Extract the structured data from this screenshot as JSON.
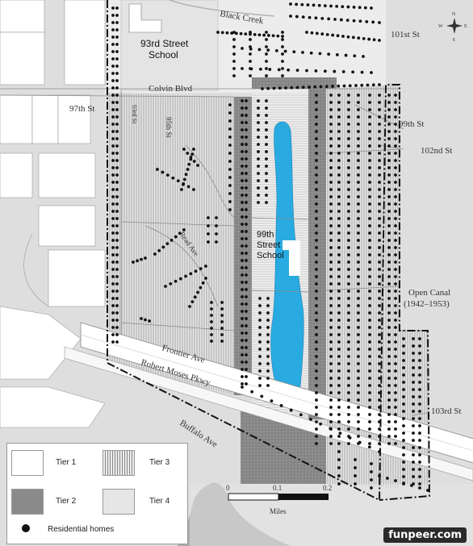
{
  "map": {
    "schools": {
      "s93": [
        "93rd Street",
        "School"
      ],
      "s99": [
        "99th",
        "Street",
        "School"
      ]
    },
    "streets": {
      "black_creek": "Black Creek",
      "st101": "101st St",
      "colvin": "Colvin Blvd",
      "st97": "97th St",
      "st93": "93rd St",
      "st95": "95th St",
      "st99": "99th St",
      "st102": "102nd St",
      "read_ave": "Read Ave",
      "frontier": "Frontier Ave",
      "robert_moses": "Robert Moses Pkwy",
      "buffalo": "Buffalo Ave",
      "st103": "103rd St"
    },
    "canal": [
      "Open Canal",
      "(1942–1953)"
    ],
    "compass": {
      "n": "N",
      "s": "S",
      "e": "E",
      "w": "W"
    },
    "scale": {
      "ticks": [
        "0",
        "0.1",
        "0.2"
      ],
      "unit": "Miles"
    }
  },
  "legend": {
    "tier1": "Tier 1",
    "tier2": "Tier 2",
    "tier3": "Tier 3",
    "tier4": "Tier 4",
    "homes": "Residential homes"
  },
  "watermark": "funpeer.com",
  "colors": {
    "canal": "#29abe2",
    "tier2": "#8a8a8a",
    "background": "#d9d9d9"
  }
}
